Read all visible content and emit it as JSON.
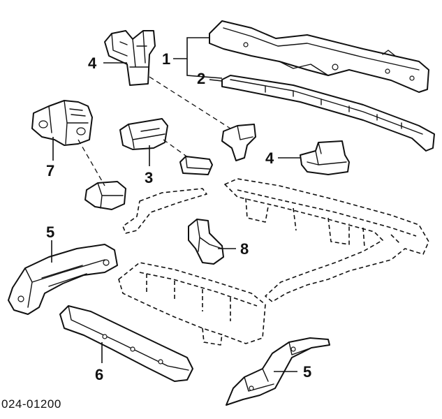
{
  "diagram": {
    "callouts": [
      {
        "id": "c1",
        "text": "1"
      },
      {
        "id": "c2",
        "text": "2"
      },
      {
        "id": "c3",
        "text": "3"
      },
      {
        "id": "c4a",
        "text": "4"
      },
      {
        "id": "c4b",
        "text": "4"
      },
      {
        "id": "c5a",
        "text": "5"
      },
      {
        "id": "c5b",
        "text": "5"
      },
      {
        "id": "c6",
        "text": "6"
      },
      {
        "id": "c7",
        "text": "7"
      },
      {
        "id": "c8",
        "text": "8"
      }
    ],
    "figure_code": "024-01200"
  }
}
